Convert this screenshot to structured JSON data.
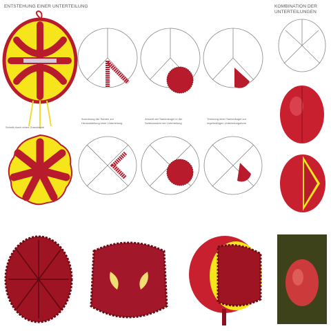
{
  "headings": {
    "main": "ENTSTEHUNG EINER UNTERTEILUNG",
    "side_line1": "KOMBINATION DER",
    "side_line2": "UNTERTEILUNGEN"
  },
  "captions": {
    "c1": "Schnitt durch einen Granatapfel",
    "c2_line1": "Anordnung der Samen zur",
    "c2_line2": "Herausstellung einer Unterteilung",
    "c3_line1": "Ansicht der Samenkugel in der",
    "c3_line2": "Seitenansicht der Unterteilung",
    "c4_line1": "Trennung einer Samenkugel zur",
    "c4_line2": "regelmäßigen Unterteilungsform"
  },
  "colors": {
    "seed": "#b81c2c",
    "seed_dark": "#7a0d18",
    "pulp_yellow": "#f7e81a",
    "skin_red": "#c8202e",
    "line": "#9a9a9a"
  },
  "icons": {
    "pomegranate_cross_section": "pomegranate-section-icon",
    "seed_cluster": "seed-cluster-icon"
  }
}
